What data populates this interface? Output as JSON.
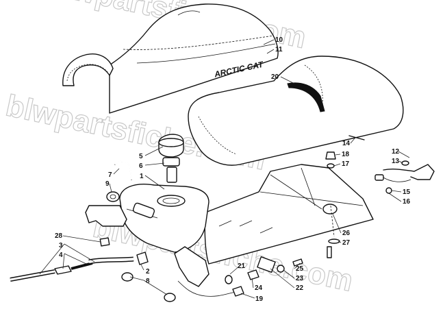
{
  "watermark": "blwpartsfiche.com",
  "brand_text": "ARCTIC CAT",
  "callouts": [
    {
      "id": "c1",
      "label": "1"
    },
    {
      "id": "c2",
      "label": "2"
    },
    {
      "id": "c3",
      "label": "3"
    },
    {
      "id": "c4",
      "label": "4"
    },
    {
      "id": "c5",
      "label": "5"
    },
    {
      "id": "c6",
      "label": "6"
    },
    {
      "id": "c7",
      "label": "7"
    },
    {
      "id": "c8",
      "label": "8"
    },
    {
      "id": "c9",
      "label": "9"
    },
    {
      "id": "c10",
      "label": "10"
    },
    {
      "id": "c11",
      "label": "11"
    },
    {
      "id": "c12",
      "label": "12"
    },
    {
      "id": "c13",
      "label": "13"
    },
    {
      "id": "c14",
      "label": "14"
    },
    {
      "id": "c15",
      "label": "15"
    },
    {
      "id": "c16",
      "label": "16"
    },
    {
      "id": "c17",
      "label": "17"
    },
    {
      "id": "c18",
      "label": "18"
    },
    {
      "id": "c19",
      "label": "19"
    },
    {
      "id": "c20",
      "label": "20"
    },
    {
      "id": "c21",
      "label": "21"
    },
    {
      "id": "c22",
      "label": "22"
    },
    {
      "id": "c23",
      "label": "23"
    },
    {
      "id": "c24",
      "label": "24"
    },
    {
      "id": "c25",
      "label": "25"
    },
    {
      "id": "c26",
      "label": "26"
    },
    {
      "id": "c27",
      "label": "27"
    },
    {
      "id": "c28",
      "label": "28"
    }
  ]
}
